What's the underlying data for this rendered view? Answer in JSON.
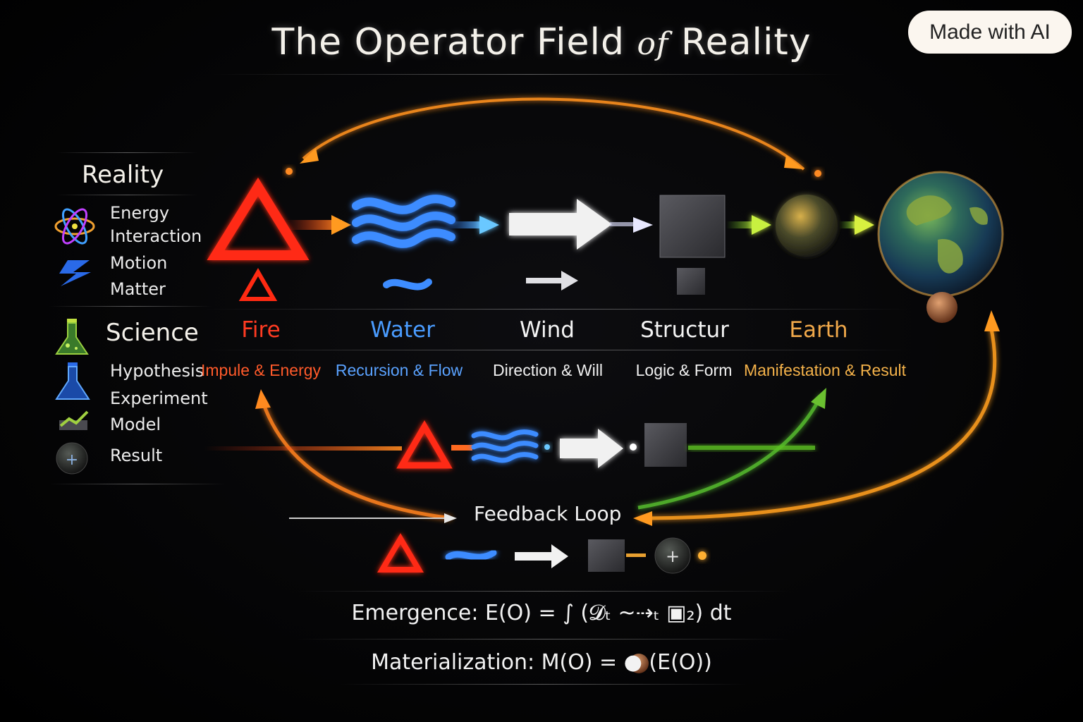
{
  "title": {
    "main": "The Operator Field",
    "of": "of",
    "end": "Reality"
  },
  "badge": "Made with AI",
  "sidebar": {
    "reality": {
      "heading": "Reality",
      "items": [
        "Energy",
        "Interaction",
        "Motion",
        "Matter"
      ]
    },
    "science": {
      "heading": "Science",
      "items": [
        "Hypothesis",
        "Experiment",
        "Model",
        "Result"
      ]
    }
  },
  "operators": [
    {
      "name": "Fire",
      "desc": "Impule & Energy",
      "color": "#ff3b22",
      "desc_color": "#ff5a2a"
    },
    {
      "name": "Water",
      "desc": "Recursion & Flow",
      "color": "#4a9cff",
      "desc_color": "#5aa2ff"
    },
    {
      "name": "Wind",
      "desc": "Direction & Will",
      "color": "#f4f4f4",
      "desc_color": "#f0f0f0"
    },
    {
      "name": "Structur",
      "desc": "Logic & Form",
      "color": "#f4f4f4",
      "desc_color": "#f0f0f0"
    },
    {
      "name": "Earth",
      "desc": "Manifestation & Result",
      "color": "#f0a84a",
      "desc_color": "#f4b24a"
    }
  ],
  "feedback": "Feedback Loop",
  "formulas": {
    "emergence": "Emergence:  E(O) = ∫ (𝓓ₜ ~⇢ₜ ▣₂) dt",
    "materialization": "Materialization: M(O) = ● (E(O))"
  }
}
